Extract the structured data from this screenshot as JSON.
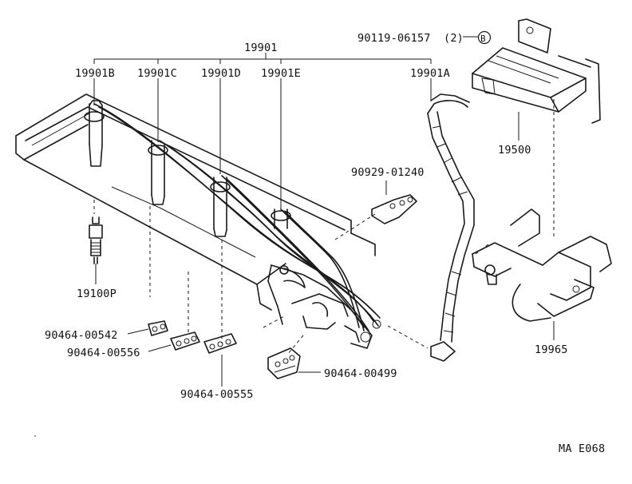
{
  "labels": {
    "assembly": "19901",
    "wire_b": "19901B",
    "wire_c": "19901C",
    "wire_d": "19901D",
    "wire_e": "19901E",
    "wire_a": "19901A",
    "bolt": "90119-06157",
    "bolt_qty": "(2)",
    "bolt_mark": "B",
    "coil": "19500",
    "holder_top": "90929-01240",
    "spark_plug": "19100P",
    "clamp_542": "90464-00542",
    "clamp_556": "90464-00556",
    "clamp_555": "90464-00555",
    "clamp_499": "90464-00499",
    "bracket": "19965",
    "figure_code": "MA E068"
  }
}
